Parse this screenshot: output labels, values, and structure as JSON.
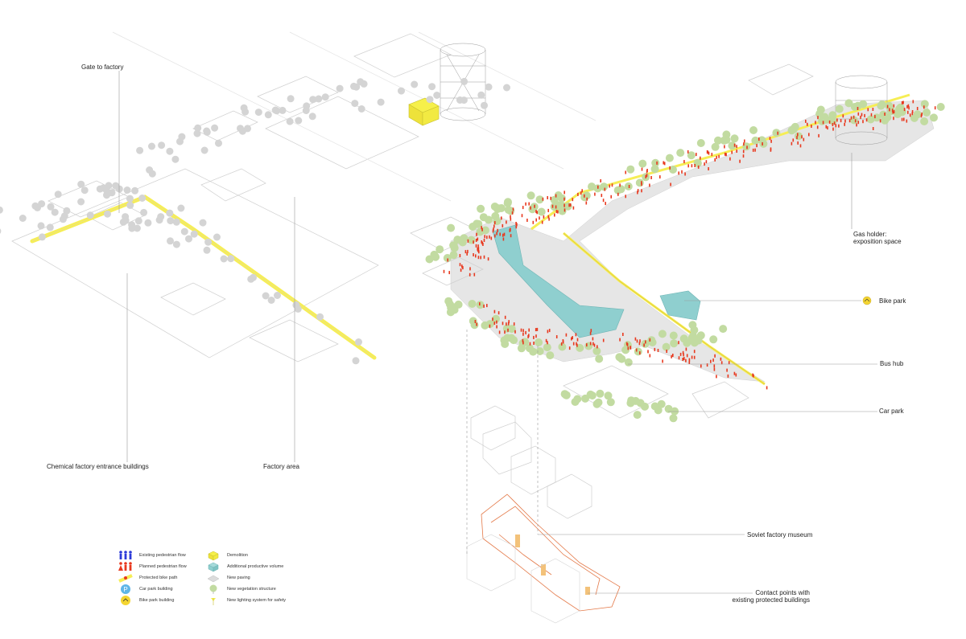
{
  "labels": {
    "gate_to_factory": "Gate to factory",
    "chemical_factory_entrance": "Chemical factory entrance buildings",
    "factory_area": "Factory area",
    "gas_holder_line1": "Gas holder:",
    "gas_holder_line2": "exposition space",
    "bike_park": "Bike park",
    "bus_hub": "Bus hub",
    "car_park": "Car park",
    "soviet_factory_museum": "Soviet factory museum",
    "contact_points_line1": "Contact points with",
    "contact_points_line2": "existing protected buildings"
  },
  "legend": {
    "col1": [
      {
        "icon": "existing-pedestrian-icon",
        "label": "Existing pedestrian flow"
      },
      {
        "icon": "planned-pedestrian-icon",
        "label": "Planned pedestrian flow"
      },
      {
        "icon": "bike-path-icon",
        "label": "Protected bike path"
      },
      {
        "icon": "car-park-icon",
        "label": "Car park building"
      },
      {
        "icon": "bike-park-icon",
        "label": "Bike park building"
      }
    ],
    "col2": [
      {
        "icon": "demolition-icon",
        "label": "Demolition"
      },
      {
        "icon": "productive-volume-icon",
        "label": "Additional productive volume"
      },
      {
        "icon": "paving-icon",
        "label": "New paving"
      },
      {
        "icon": "vegetation-icon",
        "label": "New vegetation structure"
      },
      {
        "icon": "lighting-icon",
        "label": "New lighting system for safety"
      }
    ],
    "car_park_symbol": "P"
  },
  "colors": {
    "pedestrian_existing": "#2d3bd8",
    "pedestrian_planned": "#e8391f",
    "bike_path": "#f6ee55",
    "car_park": "#5fb6e8",
    "bike_park": "#f4d531",
    "demolition": "#f6f04a",
    "productive_volume": "#8fcfcf",
    "paving": "#dcdcdc",
    "vegetation": "#c2dba1",
    "tree_existing": "#d4d4d4",
    "museum_lines": "#e47a4a",
    "outline": "#c8c8c8",
    "leader": "#9a9a9a"
  }
}
